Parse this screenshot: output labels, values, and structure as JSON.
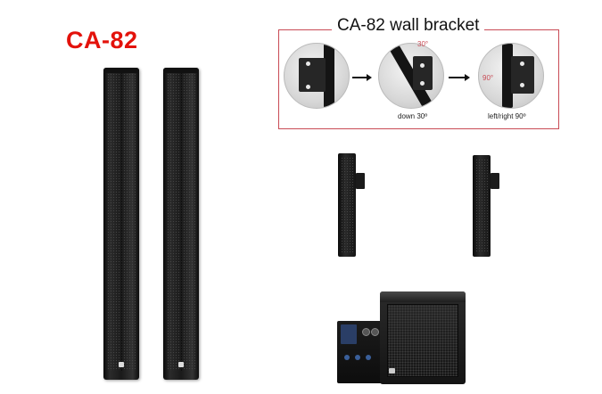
{
  "model": {
    "title": "CA-82",
    "title_color": "#e3120b"
  },
  "bracket": {
    "heading": "CA-82 wall bracket",
    "border_color": "#c94b55",
    "angle_down": "30°",
    "angle_side": "90°",
    "caption_down": "down 30º",
    "caption_side": "left/right 90º"
  }
}
